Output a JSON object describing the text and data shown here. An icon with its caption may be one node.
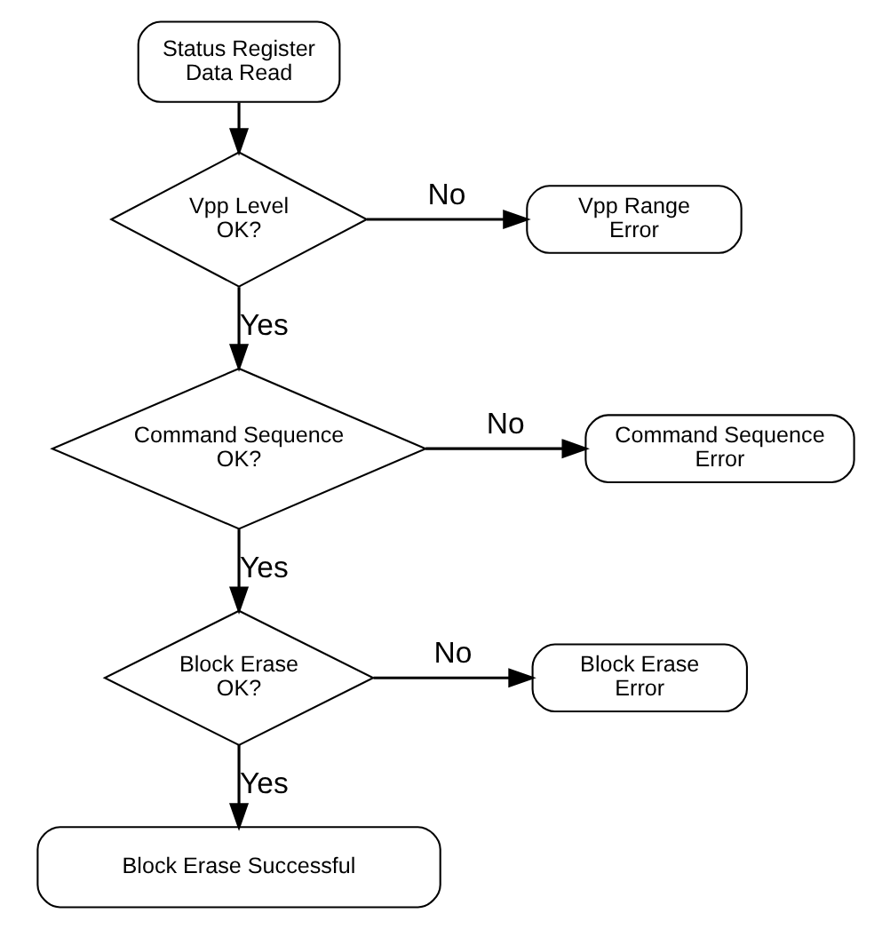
{
  "diagram": {
    "nodes": [
      {
        "text": [
          "Status Register Data Read"
        ]
      },
      {
        "text": [
          "Vpp Level OK?"
        ]
      },
      {
        "text": [
          "Vpp Range Error"
        ]
      },
      {
        "text": [
          "Command Sequence OK?"
        ]
      },
      {
        "text": [
          "Command Sequence Error"
        ]
      },
      {
        "text": [
          "Block Erase OK?"
        ]
      },
      {
        "text": [
          "Block Erase Error"
        ]
      },
      {
        "text": [
          "Block Erase Successful"
        ]
      }
    ],
    "edges": [
      {
        "from": 0,
        "to": 1,
        "arrow": "to"
      },
      {
        "from": 1,
        "to": 2,
        "arrow": "to",
        "label": "No"
      },
      {
        "from": 1,
        "to": 3,
        "arrow": "to",
        "label": "Yes"
      },
      {
        "from": 3,
        "to": 4,
        "arrow": "to",
        "label": "No"
      },
      {
        "from": 3,
        "to": 5,
        "arrow": "to",
        "label": "Yes"
      },
      {
        "from": 5,
        "to": 6,
        "arrow": "to",
        "label": "No"
      },
      {
        "from": 5,
        "to": 7,
        "arrow": "to",
        "label": "Yes"
      }
    ]
  }
}
